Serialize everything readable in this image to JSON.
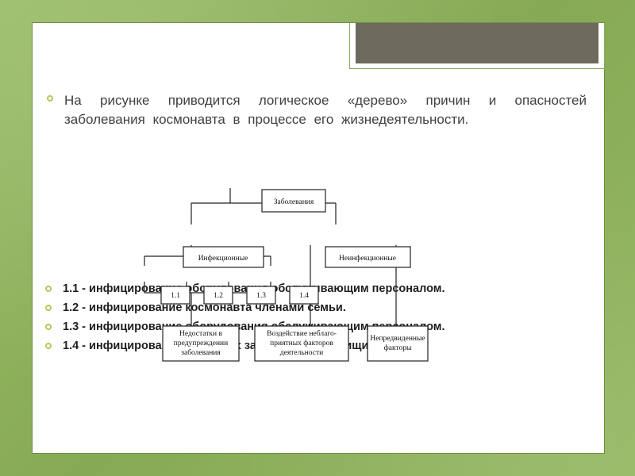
{
  "intro": {
    "text": "На рисунке приводится логическое «дерево» причин и опасностей заболевания космонавта в процессе его жизнедеятельности."
  },
  "list": [
    {
      "label": "1.1 - инфицирование оборудования обслуживающим персоналом."
    },
    {
      "label": "1.2 - инфицирование космонавта членами семьи."
    },
    {
      "label": "1.3 - инфицирование оборудования обслуживающим персоналом."
    },
    {
      "label": "1.4 - инфицирование полетных запасов воды и пищи."
    }
  ],
  "tree": {
    "root": "Заболевания",
    "infectious": "Инфекционные",
    "non_infectious": "Неинфекционные",
    "codes": [
      "1.1",
      "1.2",
      "1.3",
      "1.4"
    ],
    "prevention_lines": [
      "Недостатки в",
      "предупреждении",
      "заболевания"
    ],
    "factors_lines": [
      "Воздействие неблаго-",
      "приятных факторов",
      "деятельности"
    ],
    "unforeseen_lines": [
      "Непредвиденные",
      "факторы"
    ]
  },
  "colors": {
    "background": "#8db05a",
    "slide": "#ffffff",
    "title_plate": "#6e6a5e",
    "bullet": "#b5c75a"
  }
}
